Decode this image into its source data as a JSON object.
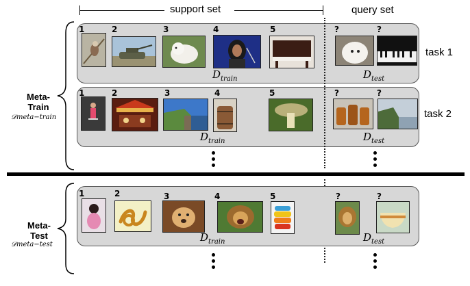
{
  "header": {
    "support_set": "support set",
    "query_set": "query set"
  },
  "labels": {
    "meta_train": "Meta-\nTrain",
    "meta_train_sub": "𝒟meta−train",
    "meta_test": "Meta-\nTest",
    "meta_test_sub": "𝒟meta−test",
    "d_train_main": "D",
    "d_train_sub": "train",
    "d_test_main": "D",
    "d_test_sub": "test"
  },
  "tasks": [
    {
      "name": "task 1",
      "support": [
        {
          "n": "1",
          "label": "bird"
        },
        {
          "n": "2",
          "label": "tank"
        },
        {
          "n": "3",
          "label": "dog"
        },
        {
          "n": "4",
          "label": "singer"
        },
        {
          "n": "5",
          "label": "piano"
        }
      ],
      "query": [
        {
          "n": "?",
          "label": "dog"
        },
        {
          "n": "?",
          "label": "piano"
        }
      ]
    },
    {
      "name": "task 2",
      "support": [
        {
          "n": "1",
          "label": "gymnast"
        },
        {
          "n": "2",
          "label": "carousel"
        },
        {
          "n": "3",
          "label": "cliff"
        },
        {
          "n": "4",
          "label": "barrel"
        },
        {
          "n": "5",
          "label": "mushroom"
        }
      ],
      "query": [
        {
          "n": "?",
          "label": "barrels"
        },
        {
          "n": "?",
          "label": "cliff"
        }
      ]
    }
  ],
  "test_task": {
    "support": [
      {
        "n": "1",
        "label": "person"
      },
      {
        "n": "2",
        "label": "knot"
      },
      {
        "n": "3",
        "label": "dog"
      },
      {
        "n": "4",
        "label": "lion"
      },
      {
        "n": "5",
        "label": "bowls"
      }
    ],
    "query": [
      {
        "n": "?",
        "label": "lion"
      },
      {
        "n": "?",
        "label": "bowl"
      }
    ]
  }
}
